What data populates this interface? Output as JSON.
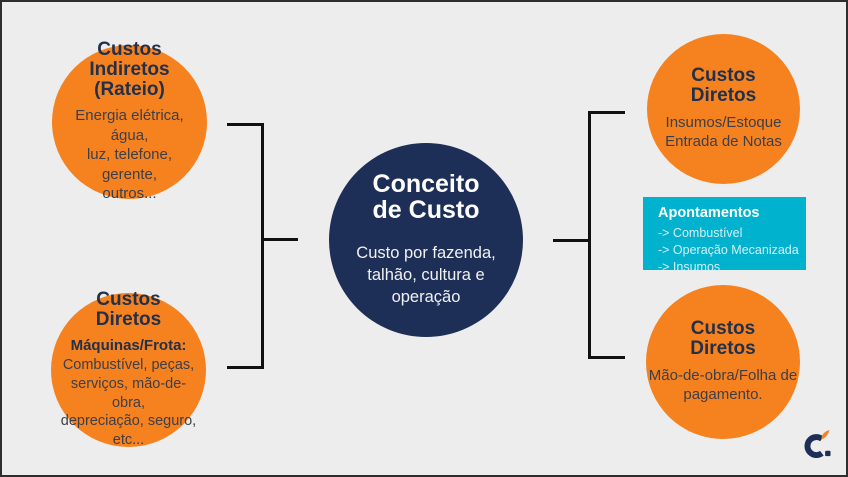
{
  "colors": {
    "background": "#EDEDED",
    "frame": "#2E2E2E",
    "orange": "#F5821F",
    "navy": "#1D2F56",
    "teal": "#00B2CE",
    "connector": "#111111"
  },
  "center_node": {
    "title": "Conceito\nde Custo",
    "subtitle": "Custo por fazenda,\ntalhão, cultura e\noperação"
  },
  "nodes": [
    {
      "title": "Custos\nIndiretos\n(Rateio)",
      "body": "Energia elétrica, água,\nluz, telefone, gerente,\noutros..."
    },
    {
      "title": "Custos\nDiretos",
      "lead": "Máquinas/Frota:",
      "body": "Combustível, peças,\nserviços, mão-de-obra,\ndepreciação, seguro,\netc..."
    },
    {
      "title": "Custos\nDiretos",
      "body": "Insumos/Estoque\nEntrada de Notas"
    },
    {
      "title": "Custos\nDiretos",
      "body": "Mão-de-obra/Folha de\npagamento."
    }
  ],
  "callout": {
    "title": "Apontamentos",
    "items": [
      "-> Combustível",
      "-> Operação Mecanizada",
      "-> Insumos"
    ]
  },
  "logo": {
    "label": "brand logo"
  }
}
